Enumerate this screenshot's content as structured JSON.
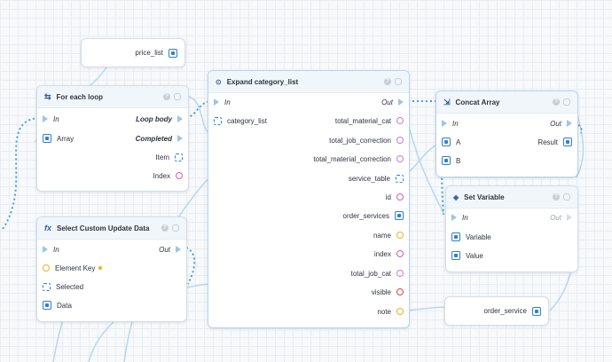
{
  "price_node": {
    "label": "price_list"
  },
  "order_node": {
    "label": "order_service"
  },
  "for_each": {
    "title": "For each loop",
    "in": "In",
    "loop_body": "Loop body",
    "array": "Array",
    "completed": "Completed",
    "item": "Item",
    "index": "Index"
  },
  "select_custom": {
    "title": "Select Custom Update Data",
    "icon": "fx",
    "in": "In",
    "out": "Out",
    "element_key": "Element Key",
    "selected": "Selected",
    "data": "Data"
  },
  "expand": {
    "title": "Expand category_list",
    "in": "In",
    "out": "Out",
    "input": "category_list",
    "outputs": [
      "total_material_cat",
      "total_job_correction",
      "total_material_correction",
      "service_table",
      "id",
      "order_services",
      "name",
      "index",
      "total_job_cat",
      "visible",
      "note"
    ]
  },
  "concat": {
    "title": "Concat Array",
    "in": "In",
    "out": "Out",
    "a": "A",
    "b": "B",
    "result": "Result"
  },
  "set_variable": {
    "title": "Set Variable",
    "in": "In",
    "out": "Out",
    "variable": "Variable",
    "value": "Value"
  },
  "colors": {
    "wire": "#a9cdee",
    "accent": "#2f7fd0",
    "purple": "#c07fd3",
    "pink": "#e05aa9",
    "yellow": "#e6b422",
    "red": "#e0463a"
  }
}
